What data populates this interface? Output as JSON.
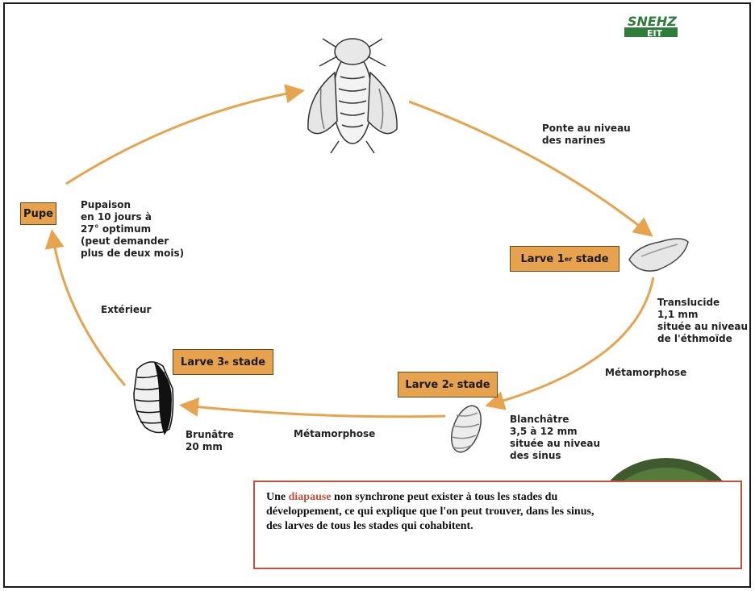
{
  "logo": {
    "text_top": "SNEHZ",
    "text_bottom": "EIT",
    "color": "#2e7d3a"
  },
  "colors": {
    "arrow": "#e8a44d",
    "label_fill": "#e7a24d",
    "note_border": "#c4523a"
  },
  "stages": {
    "pupe": {
      "label": "Pupe"
    },
    "larve1": {
      "label": "Larve 1",
      "sup": "er",
      "suffix": " stade"
    },
    "larve2": {
      "label": "Larve 2",
      "sup": "e",
      "suffix": " stade"
    },
    "larve3": {
      "label": "Larve 3",
      "sup": "e",
      "suffix": " stade"
    }
  },
  "captions": {
    "ponte": [
      "Ponte au niveau",
      "des narines"
    ],
    "pupaison": [
      "Pupaison",
      "en 10 jours à",
      "27° optimum",
      "(peut demander",
      "plus de deux mois)"
    ],
    "exterieur": [
      "Extérieur"
    ],
    "translucide": [
      "Translucide",
      "1,1 mm",
      "située au niveau",
      "de l'éthmoïde"
    ],
    "metamorphose_right": [
      "Métamorphose"
    ],
    "blanchatre": [
      "Blanchâtre",
      "3,5 à 12 mm",
      "située au niveau",
      "des sinus"
    ],
    "metamorphose_bottom": [
      "Métamorphose"
    ],
    "brunatre": [
      "Brunâtre",
      "20 mm"
    ]
  },
  "note": {
    "before": "Une ",
    "highlight": "diapause",
    "after": " non synchrone peut exister à tous les stades du développement, ce qui explique que l'on peut trouver, dans les sinus, des larves de tous les stades qui cohabitent."
  },
  "icons": [
    "fly-icon",
    "larva-stage1-icon",
    "larva-stage2-icon",
    "larva-stage3-icon",
    "larvae-photo-icon"
  ]
}
